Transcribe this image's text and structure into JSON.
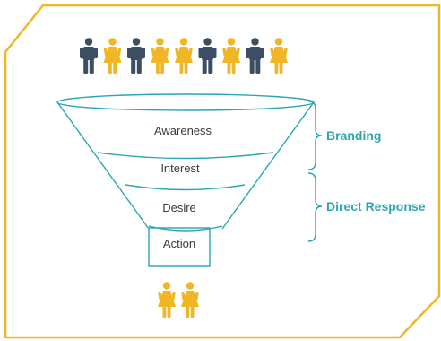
{
  "funnel": {
    "stages": [
      {
        "label": "Awareness"
      },
      {
        "label": "Interest"
      },
      {
        "label": "Desire"
      },
      {
        "label": "Action"
      }
    ]
  },
  "brackets": {
    "branding": {
      "label": "Branding"
    },
    "direct_response": {
      "label": "Direct Response"
    }
  },
  "people": {
    "top_row": [
      "male",
      "female",
      "male",
      "female",
      "female",
      "male",
      "female",
      "male",
      "female"
    ],
    "bottom_row": [
      "female",
      "female"
    ]
  },
  "colors": {
    "frame": "#f0b625",
    "funnel_line": "#2aa6b3",
    "male": "#3b4f63",
    "female": "#f0b625",
    "label": "#2aa6b3",
    "stage_text": "#3a3a3a"
  },
  "icons": {
    "male": "man-icon",
    "female": "woman-icon"
  }
}
